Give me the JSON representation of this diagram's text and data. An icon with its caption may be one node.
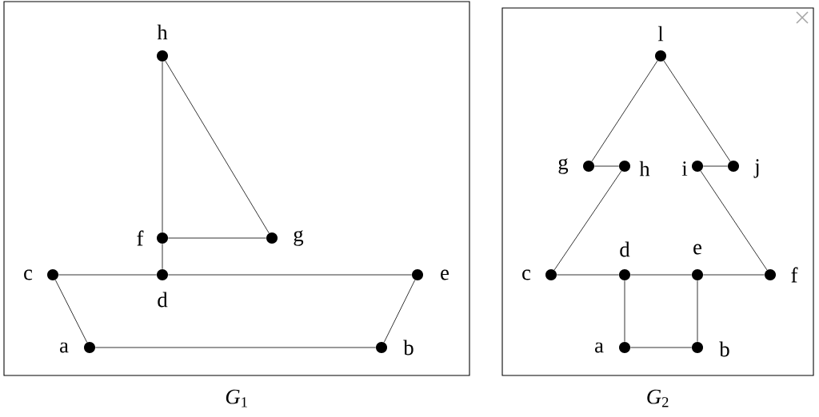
{
  "diagram": {
    "nodes": [
      {
        "text": [
          "*G*$_{1}$"
        ]
      },
      {
        "text": [],
        "shape": "circle",
        "beside": [
          "h"
        ],
        "in": 0
      },
      {
        "text": [],
        "shape": "circle",
        "beside": [
          "f"
        ],
        "in": 0
      },
      {
        "text": [],
        "shape": "circle",
        "beside": [
          "g"
        ],
        "in": 0
      },
      {
        "text": [],
        "shape": "circle",
        "beside": [
          "c"
        ],
        "in": 0
      },
      {
        "text": [],
        "shape": "circle",
        "beside": [
          "d"
        ],
        "in": 0
      },
      {
        "text": [],
        "shape": "circle",
        "beside": [
          "e"
        ],
        "in": 0
      },
      {
        "text": [],
        "shape": "circle",
        "beside": [
          "a"
        ],
        "in": 0
      },
      {
        "text": [],
        "shape": "circle",
        "beside": [
          "b"
        ],
        "in": 0
      },
      {
        "text": [
          "*G*$_{2}$"
        ]
      },
      {
        "text": [],
        "shape": "circle",
        "beside": [
          "l"
        ],
        "in": 9
      },
      {
        "text": [],
        "shape": "circle",
        "beside": [
          "g"
        ],
        "in": 9
      },
      {
        "text": [],
        "shape": "circle",
        "beside": [
          "h"
        ],
        "in": 9
      },
      {
        "text": [],
        "shape": "circle",
        "beside": [
          "i"
        ],
        "in": 9
      },
      {
        "text": [],
        "shape": "circle",
        "beside": [
          "j"
        ],
        "in": 9
      },
      {
        "text": [],
        "shape": "circle",
        "beside": [
          "c"
        ],
        "in": 9
      },
      {
        "text": [],
        "shape": "circle",
        "beside": [
          "d"
        ],
        "in": 9
      },
      {
        "text": [],
        "shape": "circle",
        "beside": [
          "e"
        ],
        "in": 9
      },
      {
        "text": [],
        "shape": "circle",
        "beside": [
          "f"
        ],
        "in": 9
      },
      {
        "text": [],
        "shape": "circle",
        "beside": [
          "a"
        ],
        "in": 9
      },
      {
        "text": [],
        "shape": "circle",
        "beside": [
          "b"
        ],
        "in": 9
      }
    ],
    "edges": [
      {
        "from": 1,
        "to": 2,
        "arrow": "none"
      },
      {
        "from": 1,
        "to": 3,
        "arrow": "none"
      },
      {
        "from": 2,
        "to": 3,
        "arrow": "none"
      },
      {
        "from": 2,
        "to": 5,
        "arrow": "none"
      },
      {
        "from": 4,
        "to": 5,
        "arrow": "none"
      },
      {
        "from": 5,
        "to": 6,
        "arrow": "none"
      },
      {
        "from": 4,
        "to": 7,
        "arrow": "none"
      },
      {
        "from": 6,
        "to": 8,
        "arrow": "none"
      },
      {
        "from": 7,
        "to": 8,
        "arrow": "none"
      },
      {
        "from": 10,
        "to": 11,
        "arrow": "none"
      },
      {
        "from": 10,
        "to": 14,
        "arrow": "none"
      },
      {
        "from": 11,
        "to": 12,
        "arrow": "none"
      },
      {
        "from": 13,
        "to": 14,
        "arrow": "none"
      },
      {
        "from": 12,
        "to": 15,
        "arrow": "none"
      },
      {
        "from": 13,
        "to": 18,
        "arrow": "none"
      },
      {
        "from": 15,
        "to": 16,
        "arrow": "none"
      },
      {
        "from": 16,
        "to": 17,
        "arrow": "none"
      },
      {
        "from": 17,
        "to": 18,
        "arrow": "none"
      },
      {
        "from": 16,
        "to": 19,
        "arrow": "none"
      },
      {
        "from": 17,
        "to": 20,
        "arrow": "none"
      },
      {
        "from": 19,
        "to": 20,
        "arrow": "none"
      }
    ]
  }
}
